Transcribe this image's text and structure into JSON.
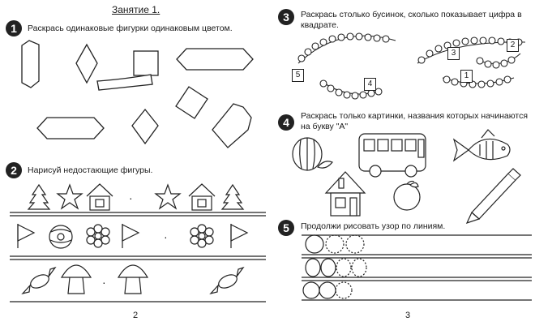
{
  "lesson_title": "Занятие 1.",
  "tasks": [
    {
      "number": "1",
      "text": "Раскрась одинаковые фигурки одинаковым цветом."
    },
    {
      "number": "2",
      "text": "Нарисуй недостающие фигуры."
    },
    {
      "number": "3",
      "text_line1": "Раскрась столько бусинок, сколько показывает цифра в",
      "text_line2": "квадрате."
    },
    {
      "number": "4",
      "text_line1": "Раскрась только картинки, названия которых начинаются",
      "text_line2": "на букву \"А\""
    },
    {
      "number": "5",
      "text": "Продолжи рисовать узор по линиям."
    }
  ],
  "bead_counts": [
    "5",
    "3",
    "2",
    "4",
    "1"
  ],
  "page_numbers": {
    "left": "2",
    "right": "3"
  },
  "missing_marks": [
    "·",
    "·",
    "·"
  ]
}
